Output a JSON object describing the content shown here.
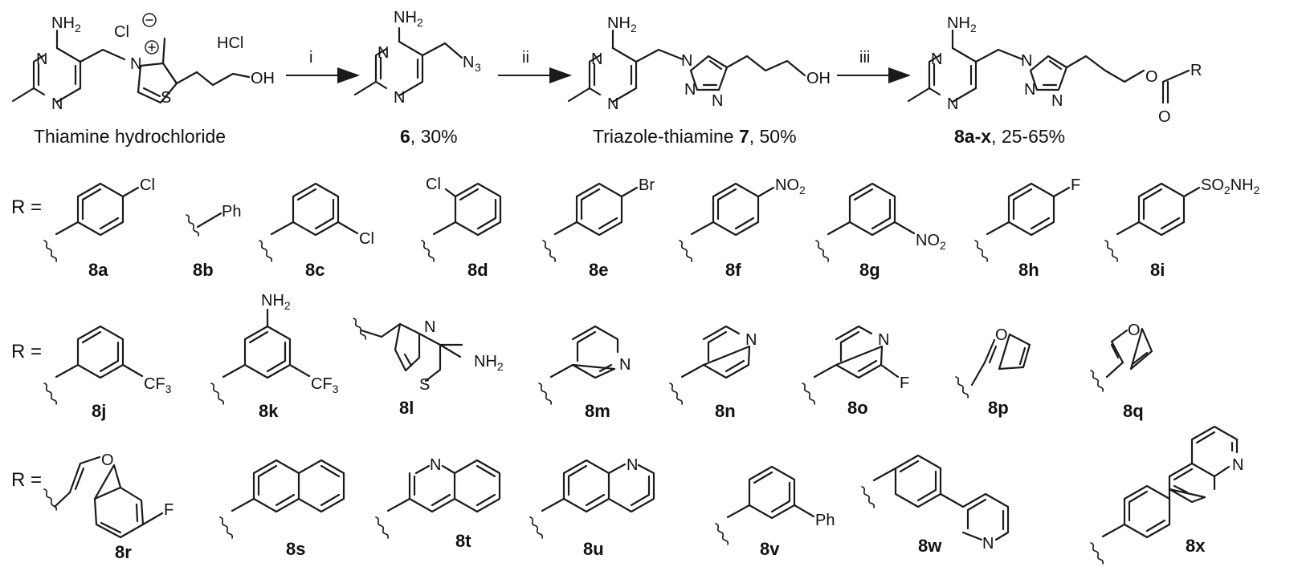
{
  "scheme": {
    "steps": [
      {
        "reagent": "i"
      },
      {
        "reagent": "ii"
      },
      {
        "reagent": "iii"
      }
    ],
    "captions": {
      "start": "Thiamine hydrochloride",
      "c6_num": "6",
      "c6_yield": ", 30%",
      "c7_name": "Triazole-thiamine ",
      "c7_num": "7",
      "c7_yield": ", 50%",
      "c8_num": "8a-x",
      "c8_yield": ", 25-65%"
    },
    "atoms": {
      "nh2": "NH",
      "sub2": "2",
      "n": "N",
      "s": "S",
      "o": "O",
      "oh": "OH",
      "cl": "Cl",
      "hcl": "HCl",
      "n3": "N",
      "sub3": "3",
      "r": "R",
      "br": "Br",
      "f": "F",
      "ph": "Ph",
      "no2": "NO",
      "cf3": "CF",
      "so2nh2_a": "SO",
      "so2nh2_b": "NH"
    },
    "r_label": "R =",
    "compounds": [
      "8a",
      "8b",
      "8c",
      "8d",
      "8e",
      "8f",
      "8g",
      "8h",
      "8i",
      "8j",
      "8k",
      "8l",
      "8m",
      "8n",
      "8o",
      "8p",
      "8q",
      "8r",
      "8s",
      "8t",
      "8u",
      "8v",
      "8w",
      "8x"
    ]
  }
}
